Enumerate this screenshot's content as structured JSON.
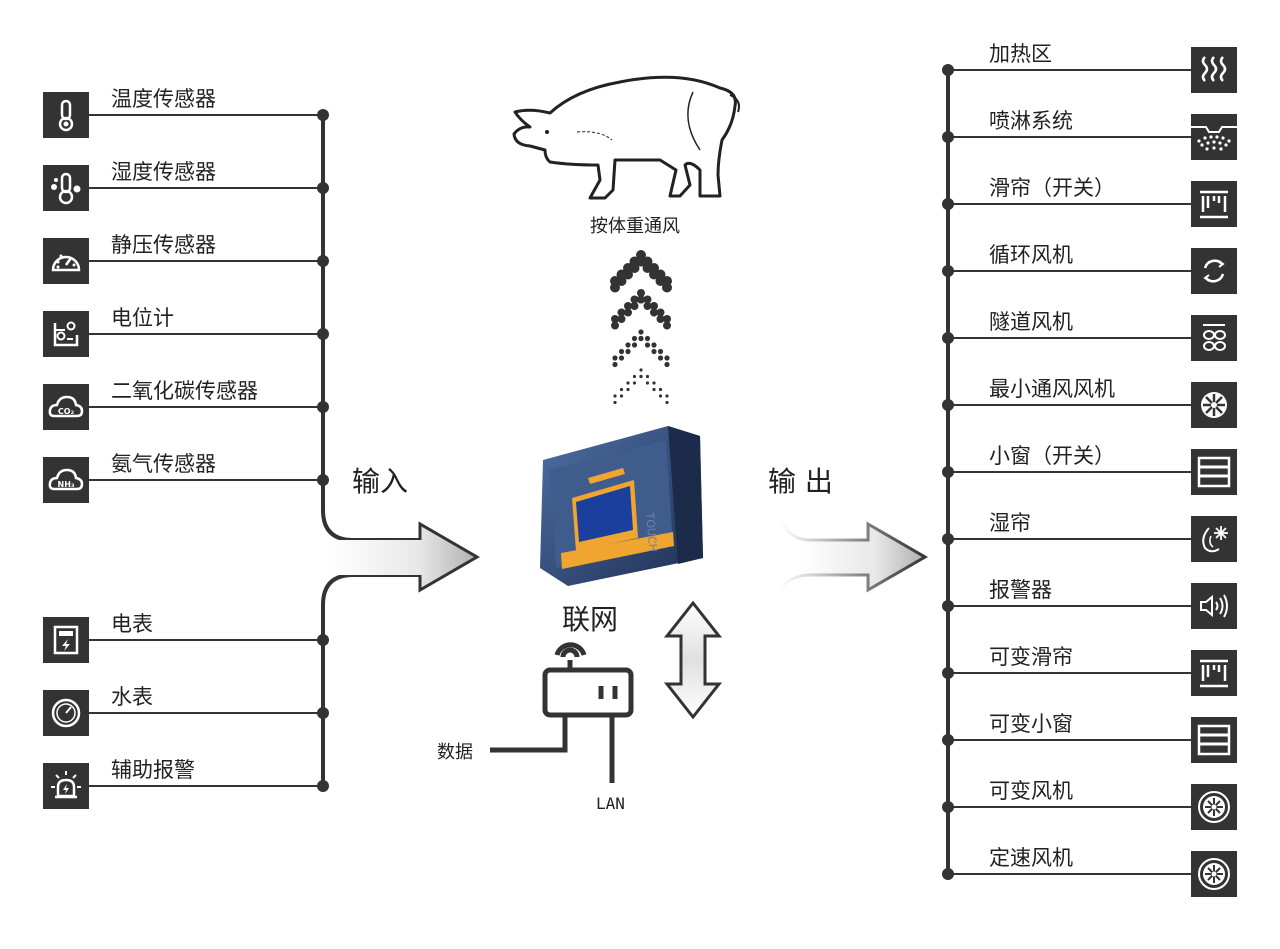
{
  "inputs": {
    "title": "输入",
    "sensors": [
      {
        "label": "温度传感器",
        "icon": "thermometer-icon"
      },
      {
        "label": "湿度传感器",
        "icon": "humidity-thermometer-icon"
      },
      {
        "label": "静压传感器",
        "icon": "pressure-gauge-icon"
      },
      {
        "label": "电位计",
        "icon": "potentiometer-icon"
      },
      {
        "label": "二氧化碳传感器",
        "icon": "co2-cloud-icon"
      },
      {
        "label": "氨气传感器",
        "icon": "nh3-cloud-icon"
      }
    ],
    "meters": [
      {
        "label": "电表",
        "icon": "electric-meter-icon"
      },
      {
        "label": "水表",
        "icon": "water-meter-icon"
      },
      {
        "label": "辅助报警",
        "icon": "alarm-beacon-icon"
      }
    ],
    "co2_icon_text": "CO₂",
    "nh3_icon_text": "NH₃"
  },
  "center": {
    "pig_caption": "按体重通风",
    "network_label": "联网",
    "data_label": "数据",
    "lan_label": "LAN",
    "controller_touch_text": "TOUCH"
  },
  "outputs": {
    "title": "输 出",
    "items": [
      {
        "label": "加热区",
        "icon": "heating-waves-icon"
      },
      {
        "label": "喷淋系统",
        "icon": "sprinkler-icon"
      },
      {
        "label": "滑帘（开关）",
        "icon": "curtain-icon"
      },
      {
        "label": "循环风机",
        "icon": "circulation-icon"
      },
      {
        "label": "隧道风机",
        "icon": "tunnel-fan-icon"
      },
      {
        "label": "最小通风风机",
        "icon": "min-vent-fan-icon"
      },
      {
        "label": "小窗（开关）",
        "icon": "window-icon"
      },
      {
        "label": "湿帘",
        "icon": "cooling-pad-icon"
      },
      {
        "label": "报警器",
        "icon": "speaker-alarm-icon"
      },
      {
        "label": "可变滑帘",
        "icon": "variable-curtain-icon"
      },
      {
        "label": "可变小窗",
        "icon": "variable-window-icon"
      },
      {
        "label": "可变风机",
        "icon": "variable-fan-icon"
      },
      {
        "label": "定速风机",
        "icon": "fixed-speed-fan-icon"
      }
    ]
  },
  "colors": {
    "dark": "#333333",
    "line": "#333333",
    "controller": "#2f4a78",
    "controller_accent": "#f0a530"
  }
}
